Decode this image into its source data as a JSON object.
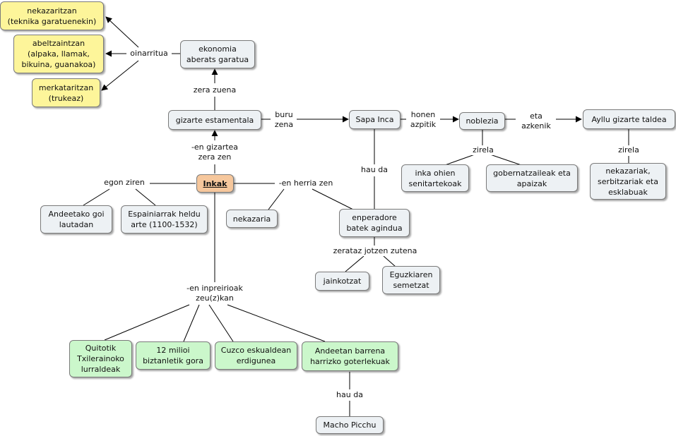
{
  "nodes": {
    "inkak": "Inkak",
    "gizarte_estamentala": "gizarte estamentala",
    "ekonomia": "ekonomia\naberats garatua",
    "nekazaritzan": "nekazaritzan\n(teknika garatuenekin)",
    "abeltzaintzan": "abeltzaintzan\n(alpaka, llamak,\nbikuina, guanakoa)",
    "merkataritzan": "merkataritzan\n(trukeaz)",
    "sapa_inca": "Sapa Inca",
    "noblezia": "noblezia",
    "ayllu": "Ayllu gizarte taldea",
    "inka_ohien": "inka ohien\nsenitartekoak",
    "gobernatzaileak": "gobernatzaileak eta\napaizak",
    "nekazariak": "nekazariak,\nserbitzariak eta\nesklabuak",
    "andeetako": "Andeetako goi\nlautadan",
    "espainiarrak": "Espainiarrak heldu\narte (1100-1532)",
    "nekazaria": "nekazaria",
    "enperadore": "enperadore\nbatek agindua",
    "jainkotzat": "jainkotzat",
    "eguzkiaren": "Eguzkiaren\nsemetzat",
    "quitotik": "Quitotik\nTxilerainoko\nlurraldeak",
    "milioi": "12 milioi\nbiztanletik gora",
    "cuzco": "Cuzco eskualdean\nerdigunea",
    "andeetan": "Andeetan barrena\nharrizko goterlekuak",
    "macho": "Macho Picchu"
  },
  "links": {
    "zera_zuena": "zera zuena",
    "oinarritua": "oinarritua",
    "en_gizartea": "-en gizartea\nzera zen",
    "buru_zena": "buru\nzena",
    "honen_azpitik": "honen\nazpitik",
    "eta_azkenik": "eta\nazkenik",
    "zirela_1": "zirela",
    "zirela_2": "zirela",
    "hau_da_1": "hau da",
    "egon_ziren": "egon ziren",
    "en_herria": "-en herria zen",
    "zerataz": "zerataz jotzen zutena",
    "inpreirioak": "-en inpreirioak\nzeu(z)kan",
    "hau_da_2": "hau da"
  },
  "colors": {
    "concept_gray": "#edf1f4",
    "concept_yellow": "#fdf59a",
    "concept_green": "#cbf7cb",
    "root_orange": "#f6c79c",
    "line": "#000000"
  }
}
